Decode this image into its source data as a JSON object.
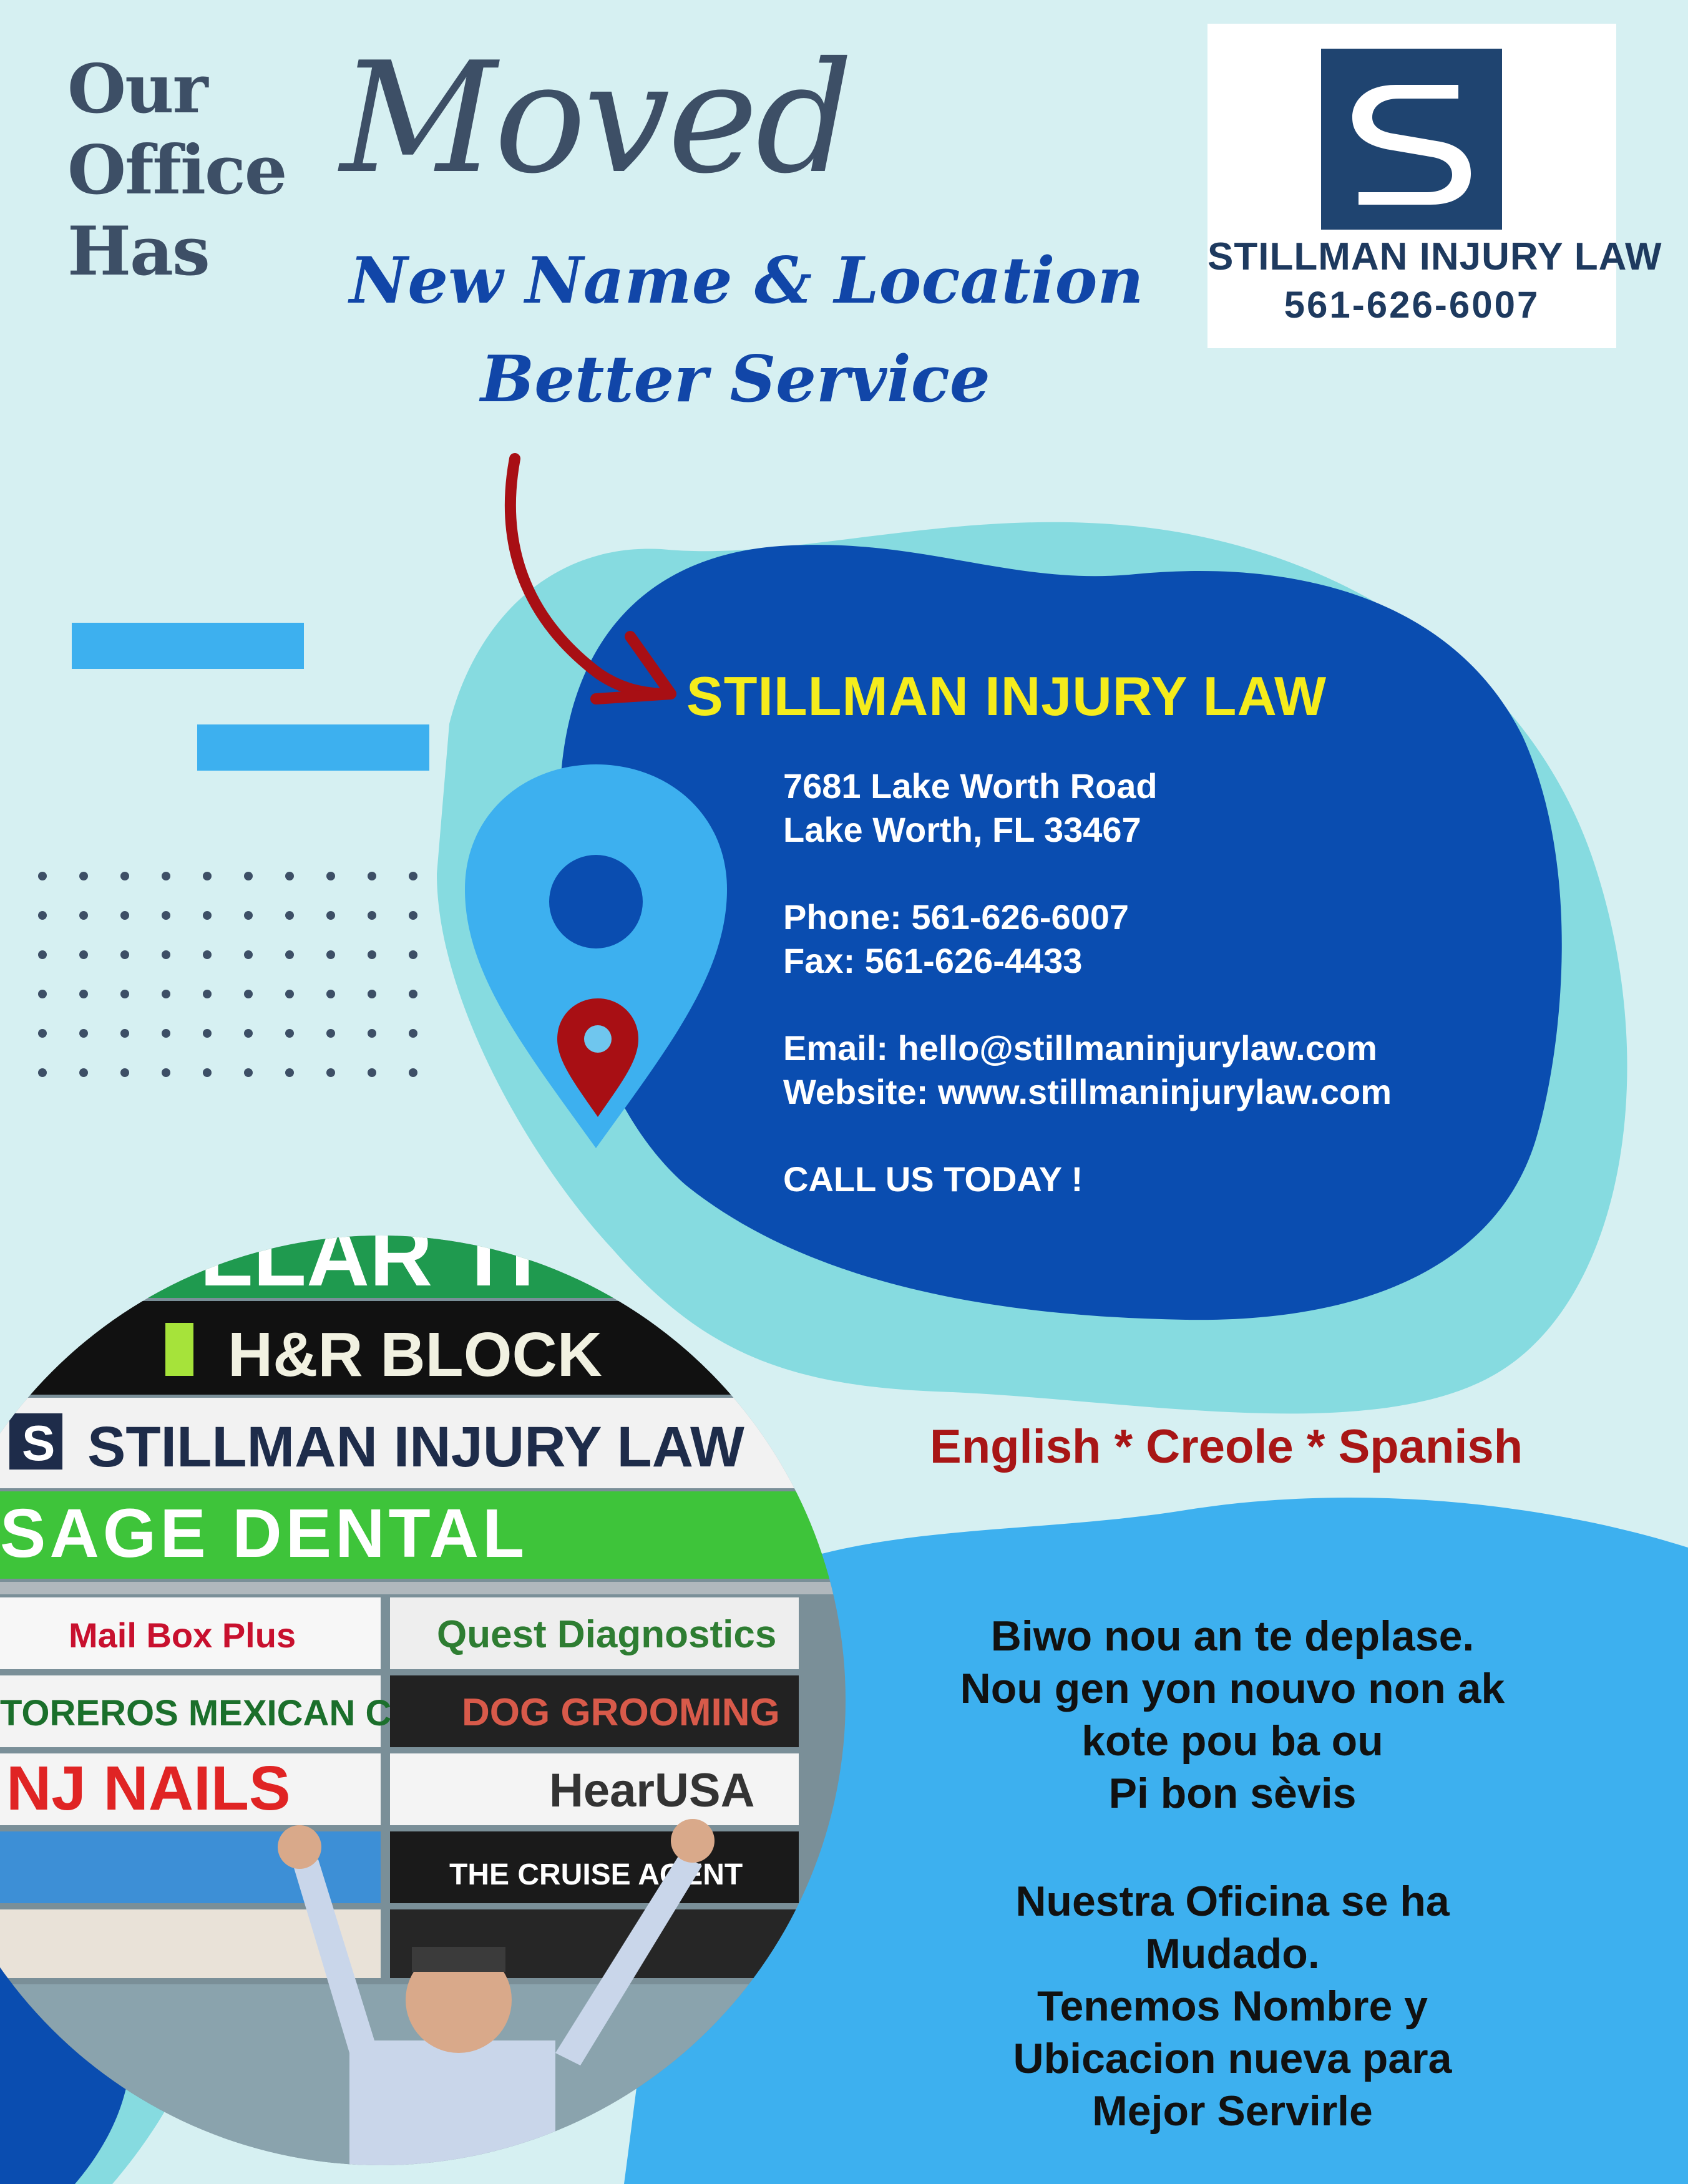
{
  "header": {
    "small_lines": [
      "Our",
      "Office",
      "Has"
    ],
    "big_word": "Moved",
    "subtitle_line1": "New Name  & Location",
    "subtitle_line2": "Better Service"
  },
  "logo": {
    "letter": "S",
    "name": "STILLMAN INJURY LAW",
    "phone": "561-626-6007"
  },
  "contact": {
    "firm_name": "STILLMAN INJURY LAW",
    "address_line1": "7681 Lake Worth Road",
    "address_line2": "Lake Worth, FL 33467",
    "phone": "Phone:  561-626-6007",
    "fax": "Fax:  561-626-4433",
    "email": "Email:  hello@stillmaninjurylaw.com",
    "website": "Website: www.stillmaninjurylaw.com",
    "cta": "CALL US  TODAY !"
  },
  "photo": {
    "signs": [
      {
        "text": "H&R BLOCK",
        "bg": "#111111",
        "fg": "#f1f1e1"
      },
      {
        "text": "STILLMAN INJURY LAW",
        "bg": "#f2f2f2",
        "fg": "#1e2c4a"
      },
      {
        "text": "SAGE DENTAL",
        "bg": "#3ec43a",
        "fg": "#ffffff"
      },
      {
        "text": "Mail Box Plus",
        "bg": "#f7f7f7",
        "fg": "#c8102e"
      },
      {
        "text": "Quest Diagnostics",
        "bg": "#eeeeee",
        "fg": "#2e7d32"
      },
      {
        "text": "TOREROS MEXICAN CUISINE",
        "bg": "#f3f3f3",
        "fg": "#1b6f2b"
      },
      {
        "text": "DOG GROOMING",
        "bg": "#222222",
        "fg": "#d85a4a"
      },
      {
        "text": "NJ NAILS",
        "bg": "#f4f4f4",
        "fg": "#e02424"
      },
      {
        "text": "HearUSA",
        "bg": "#f4f4f4",
        "fg": "#333333"
      },
      {
        "text": "THE CRUISE AGENT",
        "bg": "#1a1a1a",
        "fg": "#ffffff"
      }
    ]
  },
  "languages": "English * Creole * Spanish",
  "creole_lines": [
    "Biwo nou an te deplase.",
    "Nou gen yon nouvo non ak",
    "kote pou ba ou",
    "Pi bon sèvis"
  ],
  "spanish_lines": [
    "Nuestra Oficina se ha",
    "Mudado.",
    "Tenemos Nombre y",
    "Ubicacion nueva para",
    "Mejor Servirle"
  ],
  "colors": {
    "background": "#d6f0f2",
    "navy_blob": "#0a4db0",
    "teal_blob": "#86dbe0",
    "light_blue": "#3db0ef",
    "heading_gray": "#3d4f66",
    "subtitle_blue": "#1146a8",
    "arrow_red": "#a80f14",
    "firm_yellow": "#f5ec1c",
    "languages_red": "#a81616"
  }
}
